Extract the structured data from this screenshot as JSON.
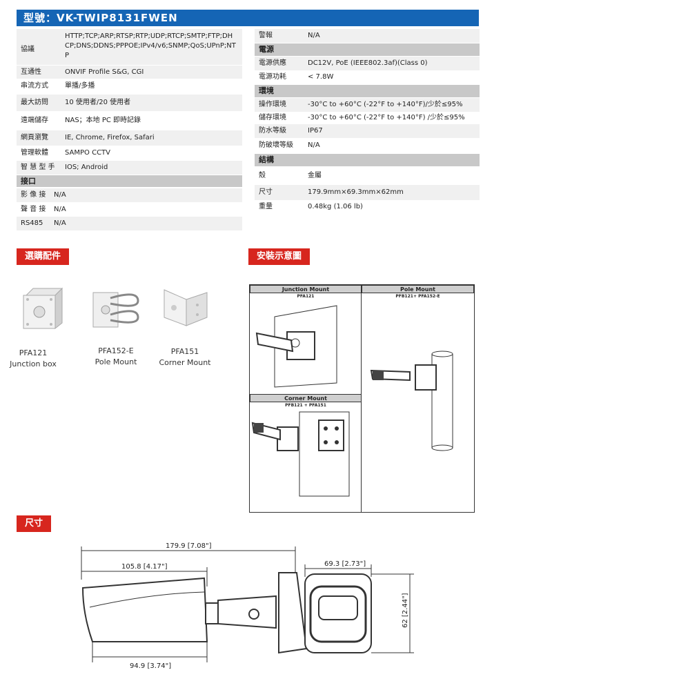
{
  "model": {
    "label": "型號：VK-TWIP8131FWEN"
  },
  "left_specs": [
    {
      "key": "協議",
      "value": "HTTP;TCP;ARP;RTSP;RTP;UDP;RTCP;SMTP;FTP;DHCP;DNS;DDNS;PPPOE;IPv4/v6;SNMP;QoS;UPnP;NTP"
    },
    {
      "key": "互通性",
      "value": "ONVIF Profile S&G, CGI"
    },
    {
      "key": "串流方式",
      "value": "單播/多播"
    },
    {
      "key": "最大訪問",
      "value": "10 使用者/20 使用者"
    },
    {
      "key": "遠端儲存",
      "value": "NAS；本地 PC 即時記錄"
    },
    {
      "key": "網頁瀏覽",
      "value": "IE, Chrome, Firefox, Safari"
    },
    {
      "key": "管理軟體",
      "value": "SAMPO CCTV"
    },
    {
      "key": "智 慧 型 手",
      "value": "IOS; Android"
    }
  ],
  "interface_section": {
    "title": "接口",
    "rows": [
      {
        "key": "影 像 接",
        "value": "N/A"
      },
      {
        "key": "聲 音 接",
        "value": "N/A"
      },
      {
        "key": "RS485",
        "value": "N/A"
      }
    ]
  },
  "right_top": {
    "key": "警報",
    "value": "N/A"
  },
  "power_section": {
    "title": "電源",
    "rows": [
      {
        "key": "電源供應",
        "value": "DC12V, PoE (IEEE802.3af)(Class 0)"
      },
      {
        "key": "電源功耗",
        "value": "< 7.8W"
      }
    ]
  },
  "env_section": {
    "title": "環境",
    "rows": [
      {
        "key": "操作環境",
        "value": "-30°C to +60°C (-22°F to +140°F)/少於≤95%"
      },
      {
        "key": "儲存環境",
        "value": "-30°C to +60°C (-22°F to +140°F) /少於≤95%"
      },
      {
        "key": "防水等級",
        "value": "IP67"
      },
      {
        "key": "防破壞等級",
        "value": "N/A"
      }
    ]
  },
  "struct_section": {
    "title": "結構",
    "rows": [
      {
        "key": "殼",
        "value": "金屬"
      },
      {
        "key": "尺寸",
        "value": "179.9mm×69.3mm×62mm"
      },
      {
        "key": "重量",
        "value": "0.48kg (1.06 lb)"
      }
    ]
  },
  "accessories": {
    "title": "選購配件",
    "items": [
      {
        "code": "PFA121",
        "name": "Junction box"
      },
      {
        "code": "PFA152-E",
        "name": "Pole Mount"
      },
      {
        "code": "PFA151",
        "name": "Corner Mount"
      }
    ]
  },
  "install": {
    "title": "安裝示意圖",
    "junction": {
      "title": "Junction Mount",
      "sub": "PFA121"
    },
    "pole": {
      "title": "Pole Mount",
      "sub": "PFB121+ PFA152-E"
    },
    "corner": {
      "title": "Corner Mount",
      "sub": "PFB121 + PFA151"
    }
  },
  "dimensions": {
    "title": "尺寸",
    "total_length": "179.9 [7.08\"]",
    "body_length": "105.8 [4.17\"]",
    "bottom_length": "94.9 [3.74\"]",
    "width": "69.3 [2.73\"]",
    "height": "62 [2.44\"]"
  },
  "colors": {
    "title_bar": "#1565b5",
    "badge": "#d7261e",
    "row_bg": "#f0f0f0",
    "section_bg": "#c8c8c8"
  }
}
